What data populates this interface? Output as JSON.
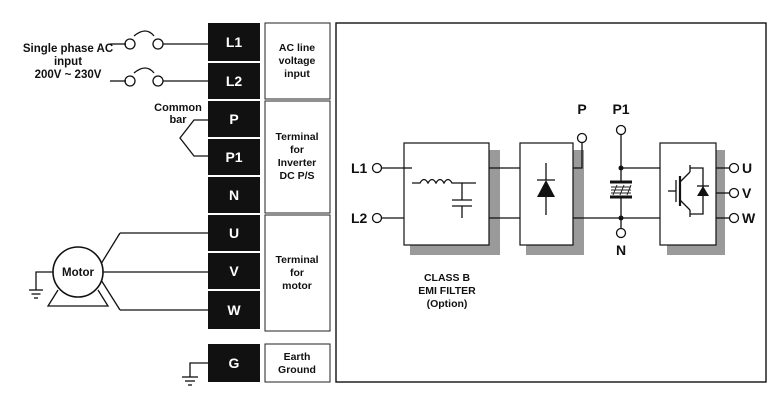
{
  "input": {
    "line1": "Single phase AC",
    "line2": "input",
    "line3": "200V ~ 230V"
  },
  "common_bar": {
    "line1": "Common",
    "line2": "bar"
  },
  "motor_label": "Motor",
  "terminals": [
    "L1",
    "L2",
    "P",
    "P1",
    "N",
    "U",
    "V",
    "W",
    "G"
  ],
  "descriptions": {
    "ac": [
      "AC line",
      "voltage",
      "input"
    ],
    "dc": [
      "Terminal",
      "for",
      "Inverter",
      "DC P/S"
    ],
    "motor": [
      "Terminal",
      "for",
      "motor"
    ],
    "ground": [
      "Earth",
      "Ground"
    ]
  },
  "schematic": {
    "in_l1": "L1",
    "in_l2": "L2",
    "p": "P",
    "p1": "P1",
    "n": "N",
    "out_u": "U",
    "out_v": "V",
    "out_w": "W",
    "filter_caption": [
      "CLASS B",
      "EMI FILTER",
      "(Option)"
    ]
  },
  "colors": {
    "terminal_fill": "#111111",
    "shadow": "#9a9a9a"
  }
}
